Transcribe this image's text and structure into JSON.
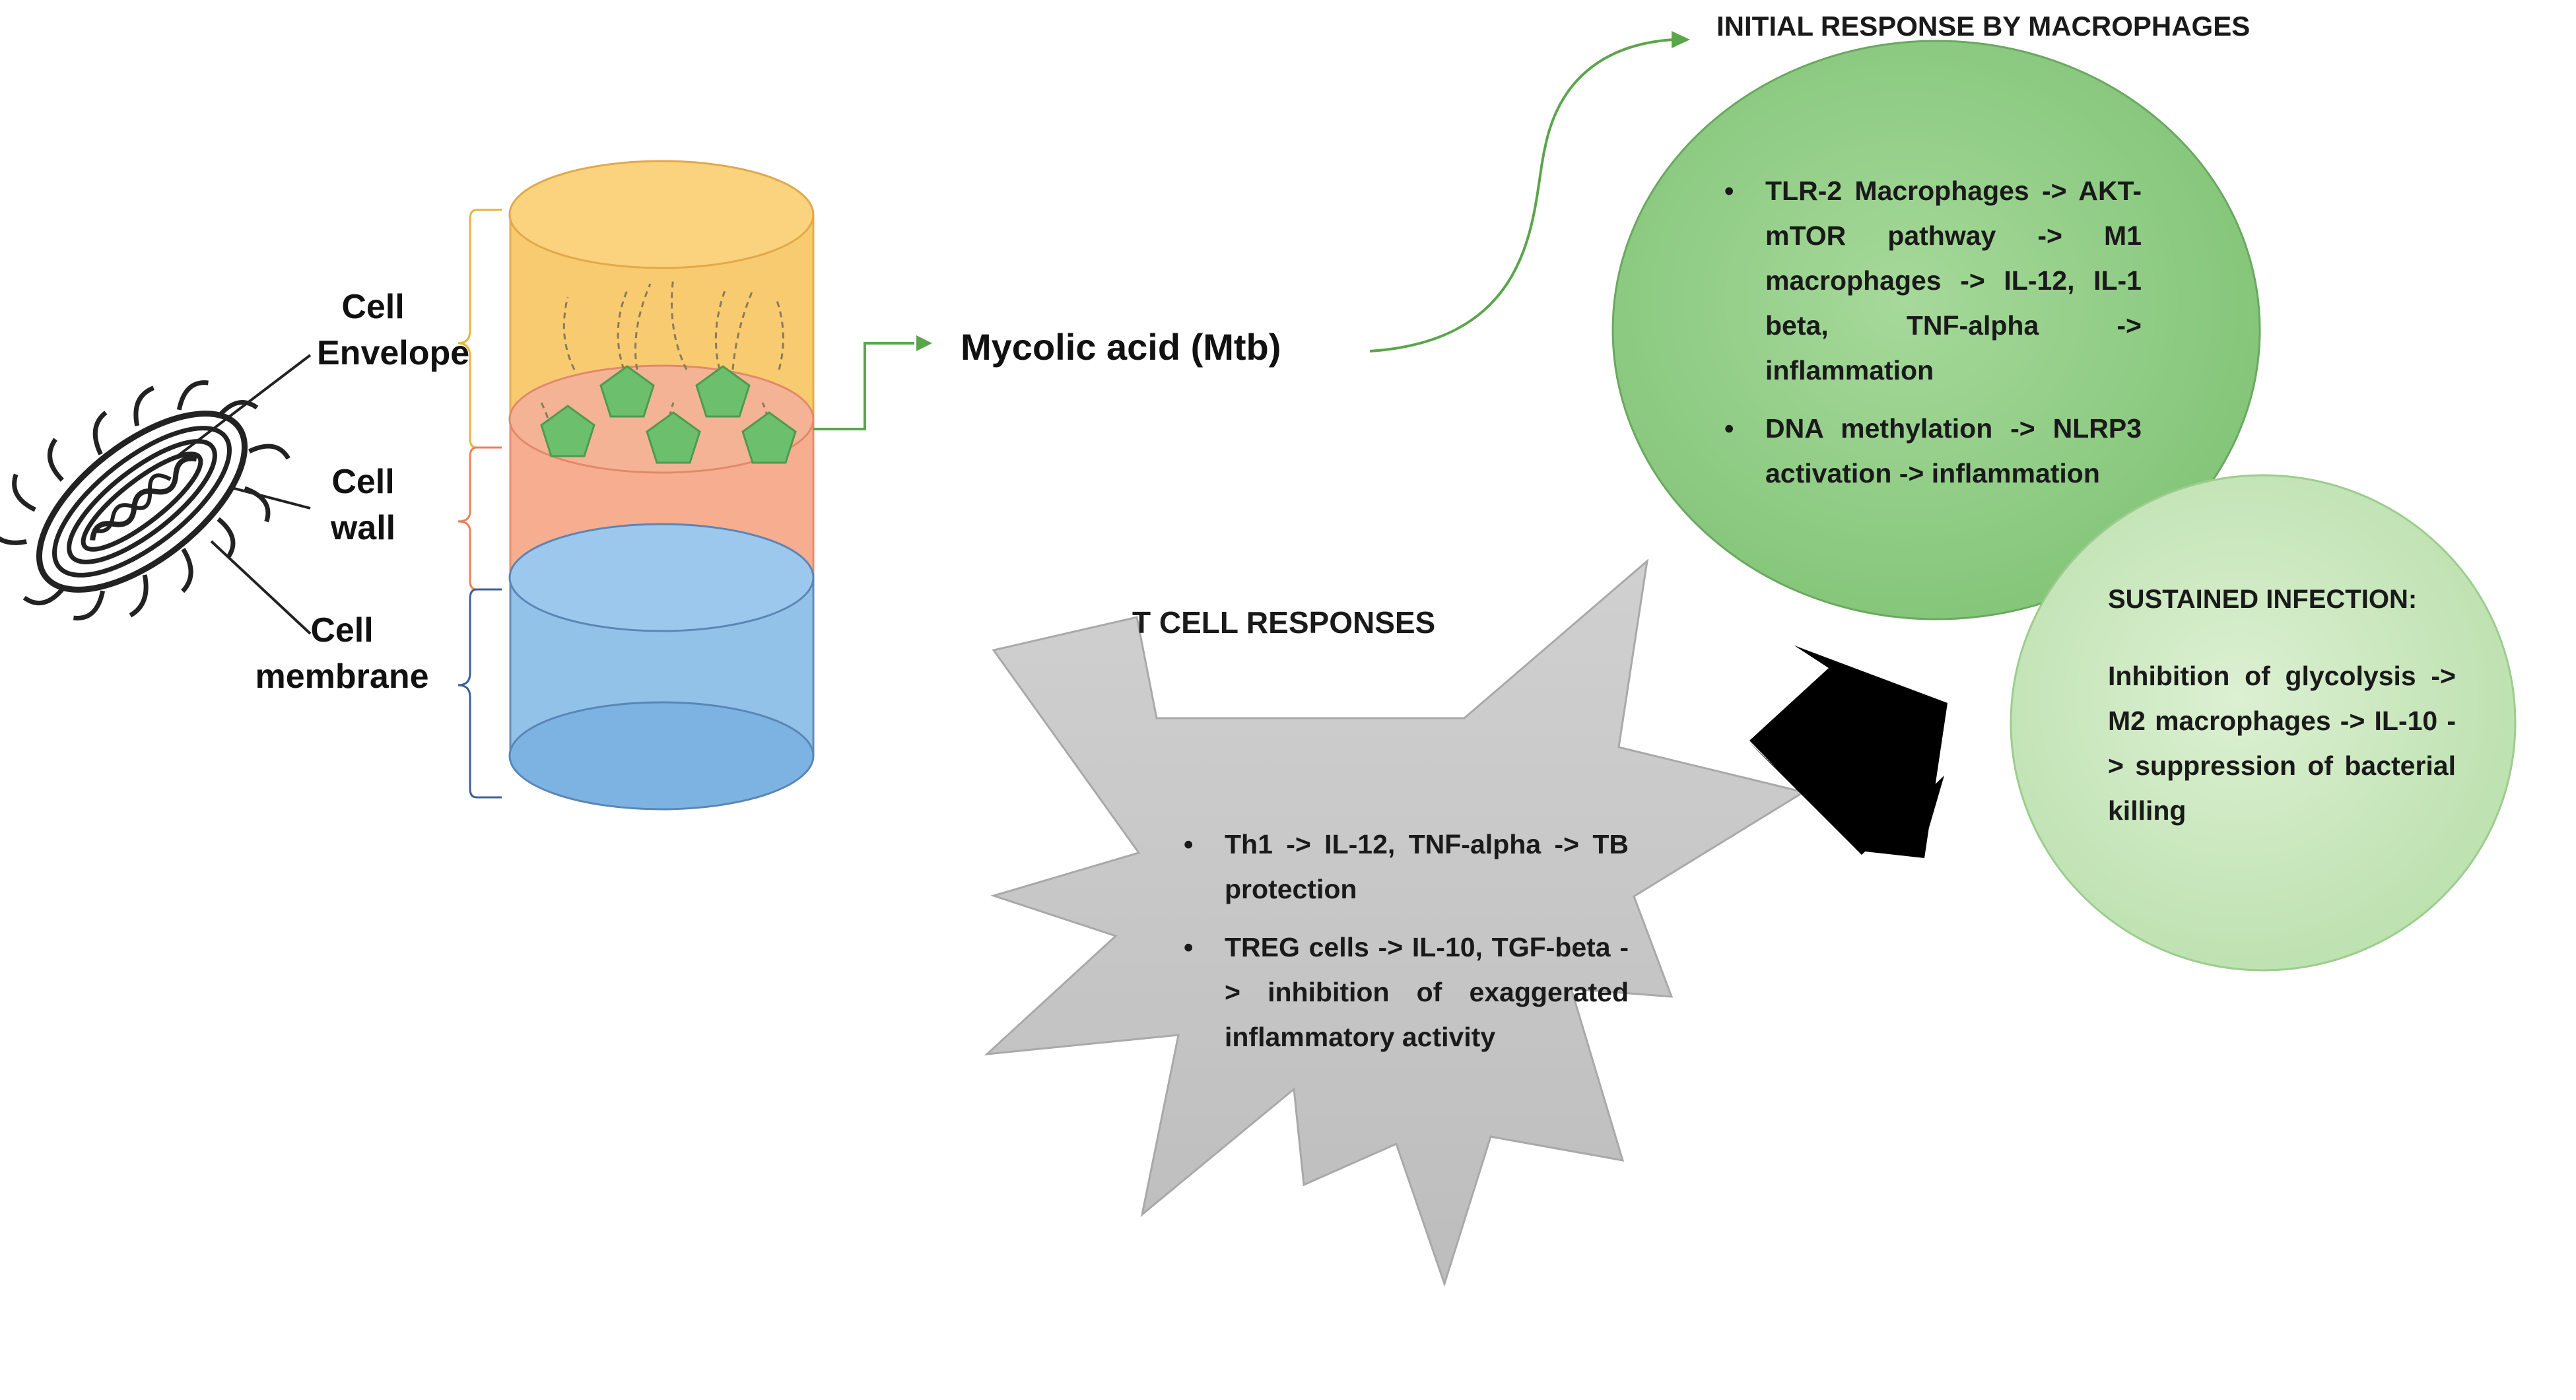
{
  "cell_labels": {
    "envelope": [
      "Cell",
      "Envelope"
    ],
    "wall": [
      "Cell",
      "wall"
    ],
    "membrane": [
      "Cell",
      "membrane"
    ]
  },
  "mycolic": {
    "label": "Mycolic acid (Mtb)"
  },
  "initial_response": {
    "title": "INITIAL RESPONSE BY MACROPHAGES",
    "bullets": [
      "TLR-2 Macrophages -> AKT-mTOR pathway -> M1 macrophages -> IL-12, IL-1 beta, TNF-alpha -> inflammation",
      "DNA methylation -> NLRP3 activation -> inflammation"
    ]
  },
  "sustained": {
    "title": "SUSTAINED INFECTION:",
    "text": "Inhibition of glycolysis -> M2 macrophages -> IL-10 -> suppression of bacterial killing"
  },
  "t_cell": {
    "title": "T CELL RESPONSES",
    "bullets": [
      "Th1 -> IL-12, TNF-alpha -> TB protection",
      "TREG cells -> IL-10, TGF-beta -> inhibition of exaggerated inflammatory activity"
    ]
  },
  "colors": {
    "envelope": "#f9c96a",
    "wall": "#f7a98a",
    "membrane": "#8ebfe8",
    "pentagon": "#6cbf6c",
    "arrow_green": "#5aa64a",
    "initial_circle": "#8fcf85",
    "sustained_circle": "#c9e8bf",
    "star": "#c8c8c8",
    "big_arrow": "#000000"
  }
}
